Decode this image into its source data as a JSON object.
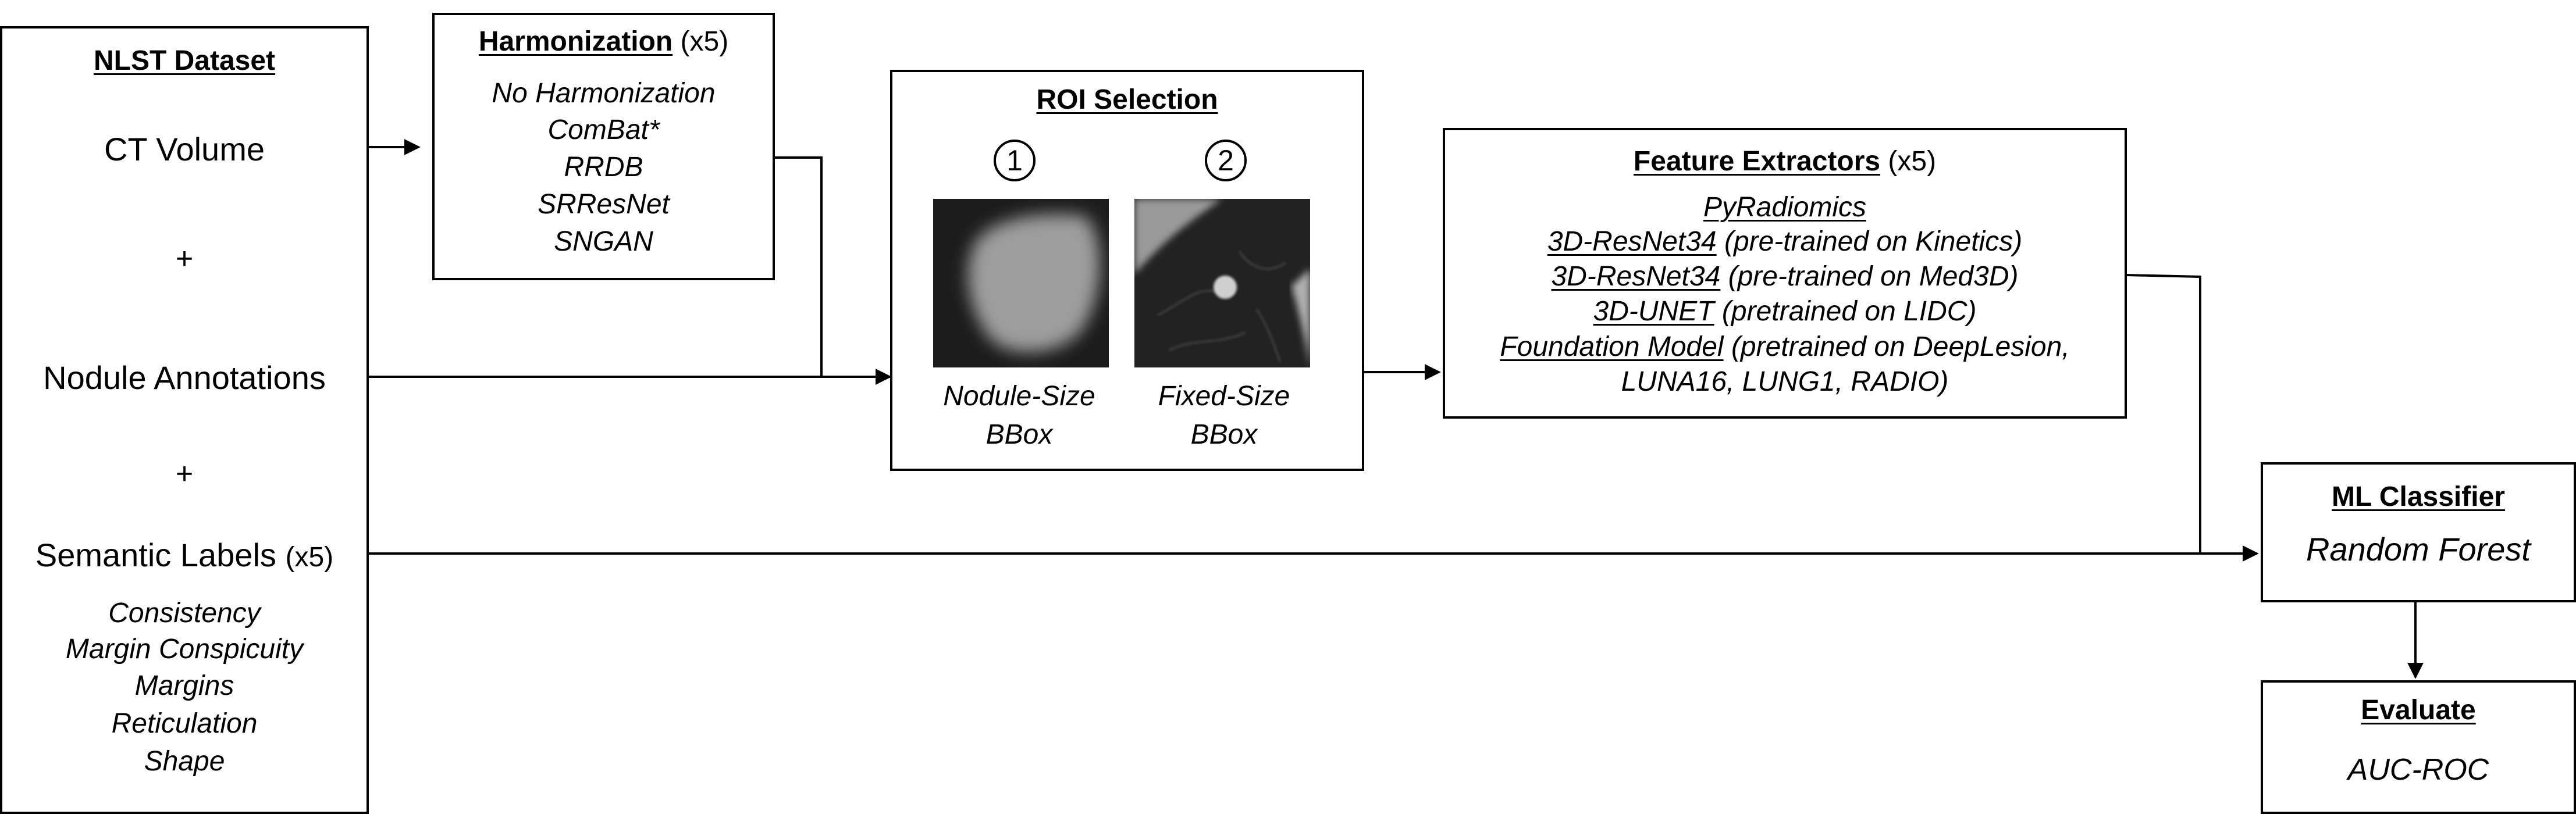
{
  "nlst": {
    "title": "NLST Dataset",
    "ct_volume": "CT Volume",
    "plus1": "+",
    "nodule_annotations": "Nodule Annotations",
    "plus2": "+",
    "semantic_labels": "Semantic Labels",
    "semantic_count": "(x5)",
    "labels": [
      "Consistency",
      "Margin Conspicuity",
      "Margins",
      "Reticulation",
      "Shape"
    ]
  },
  "harmonization": {
    "title": "Harmonization",
    "count": "(x5)",
    "methods": [
      "No Harmonization",
      "ComBat*",
      "RRDB",
      "SRResNet",
      "SNGAN"
    ]
  },
  "roi": {
    "title": "ROI Selection",
    "option1": {
      "marker": "1",
      "label_line1": "Nodule-Size",
      "label_line2": "BBox",
      "image": "nodule-size-crop-image"
    },
    "option2": {
      "marker": "2",
      "label_line1": "Fixed-Size",
      "label_line2": "BBox",
      "image": "fixed-size-crop-image"
    }
  },
  "features": {
    "title": "Feature Extractors",
    "count": "(x5)",
    "items": [
      {
        "name": "PyRadiomics",
        "detail": ""
      },
      {
        "name": "3D-ResNet34",
        "detail": "(pre-trained on Kinetics)"
      },
      {
        "name": "3D-ResNet34",
        "detail": "(pre-trained on Med3D)"
      },
      {
        "name": "3D-UNET",
        "detail": "(pretrained on LIDC)"
      },
      {
        "name": "Foundation Model",
        "detail": "(pretrained on DeepLesion,"
      }
    ],
    "continuation": "LUNA16, LUNG1, RADIO)"
  },
  "classifier": {
    "title": "ML Classifier",
    "model": "Random Forest"
  },
  "evaluate": {
    "title": "Evaluate",
    "metric": "AUC-ROC"
  },
  "colors": {
    "line": "#000000",
    "background": "#ffffff",
    "crop_dark": "#1a1a1a",
    "crop_light": "#9a9a9a"
  }
}
